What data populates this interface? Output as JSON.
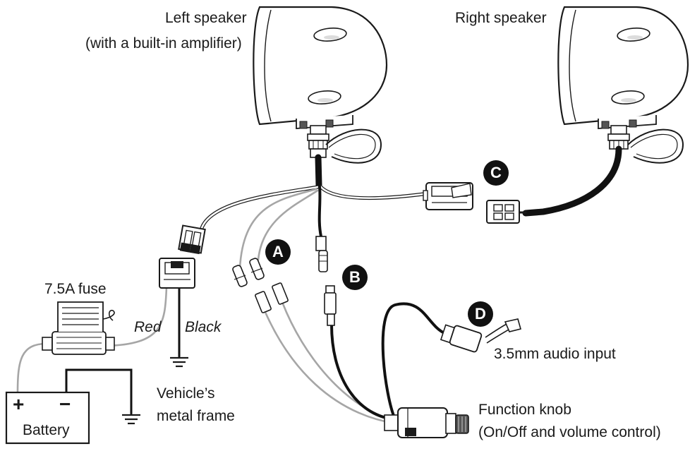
{
  "labels": {
    "left_speaker": "Left speaker",
    "left_speaker_note": "(with a built-in amplifier)",
    "right_speaker": "Right speaker",
    "fuse": "7.5A fuse",
    "red": "Red",
    "black": "Black",
    "frame_line1": "Vehicle’s",
    "frame_line2": "metal frame",
    "battery": "Battery",
    "battery_plus": "+",
    "battery_minus": "−",
    "audio_input": "3.5mm audio input",
    "knob_line1": "Function knob",
    "knob_line2": "(On/Off and volume control)"
  },
  "callouts": {
    "a": "A",
    "b": "B",
    "c": "C",
    "d": "D"
  },
  "colors": {
    "outline": "#1a1a1a",
    "black_wire": "#111111",
    "gray_wire": "#a6a6a6",
    "badge": "#111111"
  }
}
